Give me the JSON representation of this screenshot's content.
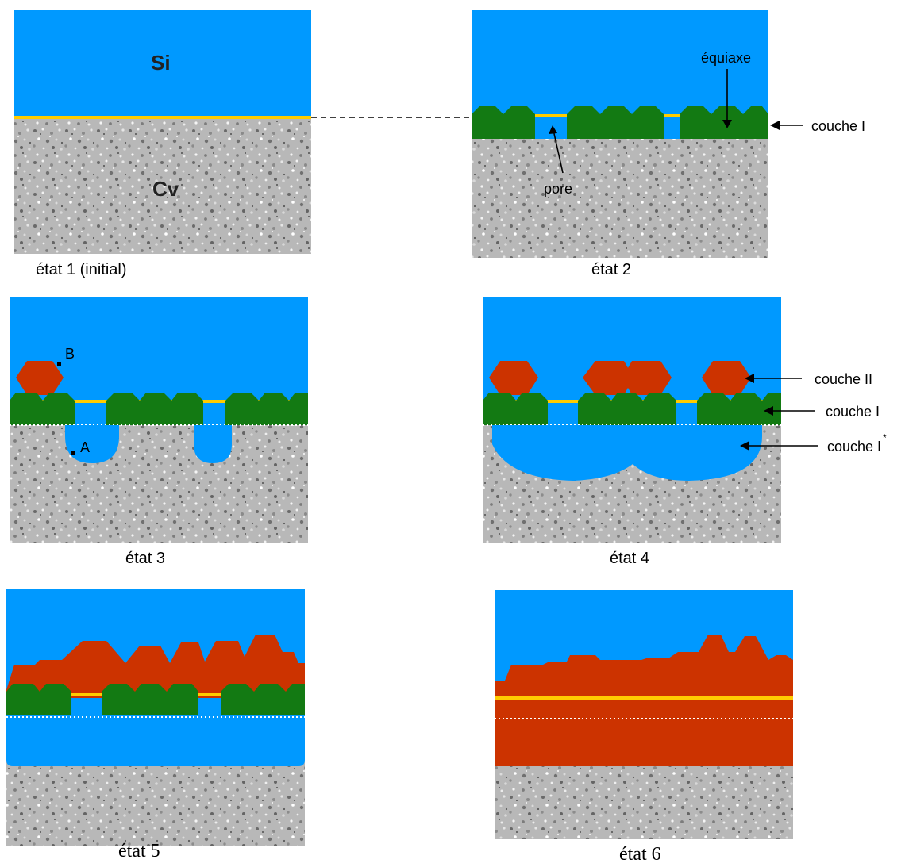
{
  "colors": {
    "silicon": "#0099ff",
    "vitreous_carbon": "#b4b4b4",
    "equiaxed_layer": "#137a13",
    "layer_II": "#cc3300",
    "interface_line": "#ffcc00",
    "initial_interface_marker": "#ffffff"
  },
  "panels": {
    "p1": {
      "caption": "état 1 (initial)",
      "si_label": "Si",
      "cv_label": "Cv"
    },
    "p2": {
      "caption": "état 2",
      "equiaxe_label": "équiaxe",
      "pore_label": "pore",
      "couche_I_label": "couche I"
    },
    "p3": {
      "caption": "état 3",
      "point_B": "B",
      "point_A": "A"
    },
    "p4": {
      "caption": "état 4",
      "couche_II_label": "couche II",
      "couche_I_label": "couche I",
      "couche_Istar_label": "couche I",
      "couche_Istar_sup": "*"
    },
    "p5": {
      "caption": "état 5"
    },
    "p6": {
      "caption": "état 6"
    }
  }
}
